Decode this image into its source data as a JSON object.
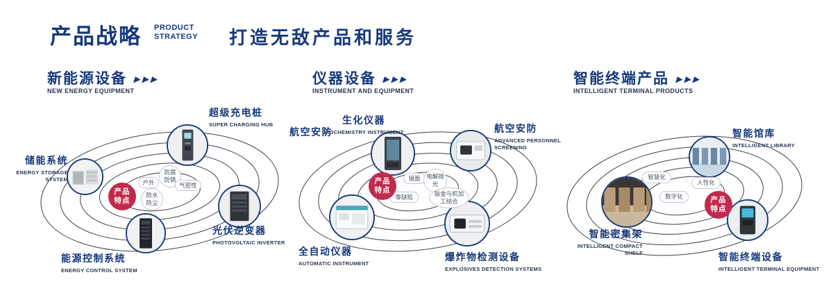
{
  "colors": {
    "navy": "#16397c",
    "accent_red": "#c22a4d",
    "orbit_line": "#3a414c"
  },
  "icons": {
    "arrow_triple_icon": "▶▶▶"
  },
  "header": {
    "title": "产品战略",
    "subtitle_line1": "PRODUCT",
    "subtitle_line2": "STRATEGY",
    "slogan": "打造无敌产品和服务"
  },
  "sections": [
    {
      "title": "新能源设备",
      "subtitle": "NEW ENERGY EQUIPMENT",
      "center_badge": {
        "line1": "产品",
        "line2": "特点"
      },
      "features": [
        "户外",
        "防腐防锈",
        "气密性",
        "防水防尘"
      ],
      "products": [
        {
          "name": "超级充电桩",
          "en": "SUPER CHARGING HUB"
        },
        {
          "name": "储能系统",
          "en": "ENERGY STORAGE SYSTEM"
        },
        {
          "name": "光伏逆变器",
          "en": "PHOTOVOLTAIC INVERTER"
        },
        {
          "name": "能源控制系统",
          "en": "ENERGY CONTROL SYSTEM"
        }
      ]
    },
    {
      "title": "仪器设备",
      "subtitle": "INSTRUMENT AND EQUIPMENT",
      "side_label": "航空安防",
      "center_badge": {
        "line1": "产品",
        "line2": "特点"
      },
      "features": [
        "镜面",
        "电解抛光",
        "零缺陷",
        "钣金与机加工结合"
      ],
      "products": [
        {
          "name": "生化仪器",
          "en": "BIOCHEMISTRY INSTRUMENT"
        },
        {
          "name": "航空安防",
          "en": "ADVANCED PERSONNEL SCREENING"
        },
        {
          "name": "全自动仪器",
          "en": "AUTOMATIC INSTRUMENT"
        },
        {
          "name": "爆炸物检测设备",
          "en": "EXPLOSIVES DETECTION SYSTEMS"
        }
      ]
    },
    {
      "title": "智能终端产品",
      "subtitle": "INTELLIGENT TERMINAL PRODUCTS",
      "center_badge": {
        "line1": "产品",
        "line2": "特点"
      },
      "features": [
        "智慧化",
        "人性化",
        "数字化"
      ],
      "products": [
        {
          "name": "智能馆库",
          "en": "INTELLIGENT LIBRARY"
        },
        {
          "name": "智能密集架",
          "en": "INTELLIGENT COMPACT SHELF"
        },
        {
          "name": "智能终端设备",
          "en": "INTELLIGENT TERMINAL EQUIPMENT"
        }
      ]
    }
  ]
}
